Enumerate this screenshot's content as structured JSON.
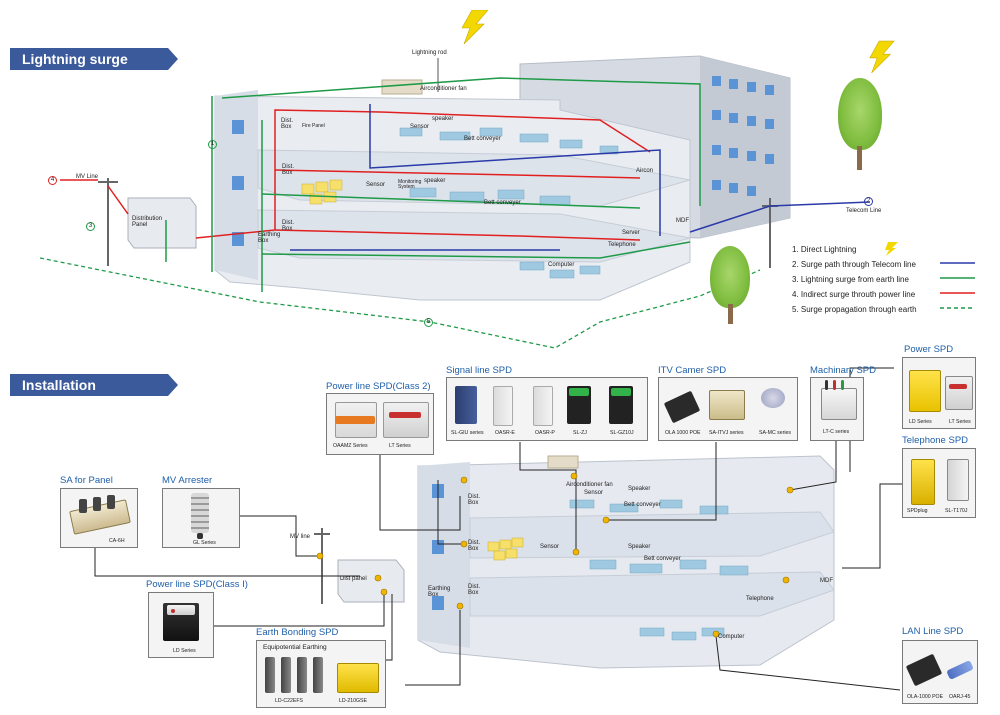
{
  "sections": {
    "top_title": "Lightning surge path",
    "bottom_title": "Installation Examples"
  },
  "top_labels": {
    "lightning_rod": "Lightning rod",
    "aircon_fan": "Airconditioner fan",
    "speaker1": "speaker",
    "sensor1": "Sensor",
    "fire_panel": "Fire Panel",
    "dist_box1": "Dist. Box",
    "belt1": "Bett conveyer",
    "aircon": "Aircon",
    "sensor2": "Sensor",
    "monitoring": "Monitoring System",
    "speaker2": "speaker",
    "dist_box2": "Dist. Box",
    "belt2": "Bett conveyer",
    "server": "Server",
    "mdf": "MDF",
    "earthing_box": "Earthing Box",
    "dist_box3": "Dist. Box",
    "telephone": "Telephone",
    "computer": "Computer",
    "mv_line": "MV Line",
    "distribution_panel": "Distribution Panel",
    "telecom_line": "Telecom Line",
    "n1": "1",
    "n2": "2",
    "n3": "3",
    "n4": "4",
    "n5": "5"
  },
  "legend": [
    {
      "text": "1. Direct Lightning",
      "color": "#e8d200"
    },
    {
      "text": "2. Surge path through Telecom line",
      "color": "#2a3aa8"
    },
    {
      "text": "3. Lightning surge from earth line",
      "color": "#1f9a48"
    },
    {
      "text": "4. Indirect surge throuth power line",
      "color": "#e02020"
    },
    {
      "text": "5. Surge propagation through earth",
      "color": "#1f9a48"
    }
  ],
  "bottom_labels": {
    "aircon_fan": "Airconditioner fan",
    "speaker1": "Speaker",
    "sensor1": "Sensor",
    "dist_box1": "Dist. Box",
    "belt1": "Bett conveyer",
    "dist_box2": "Dist. Box",
    "sensor2": "Sensor",
    "speaker2": "Speaker",
    "belt2": "Bett conveyer",
    "earthing_box": "Earthing Box",
    "dist_box3": "Dist. Box",
    "telephone": "Telephone",
    "mdf": "MDF",
    "computer": "Computer",
    "mv_line": "MV line",
    "dist_panel": "Dist panel"
  },
  "products": {
    "power_class2": {
      "title": "Power line SPD(Class 2)",
      "items": [
        "OAAMZ Series",
        "LT Series"
      ]
    },
    "signal": {
      "title": "Signal line SPD",
      "items": [
        "SL-GIU series",
        "OASR-E",
        "OASR-P",
        "SL-ZJ",
        "SL-GZ10J"
      ]
    },
    "itv": {
      "title": "ITV Camer SPD",
      "items": [
        "OLA 1000 POE",
        "SA-ITVJ series",
        "SA-MC series"
      ]
    },
    "machinery": {
      "title": "Machinary SPD",
      "items": [
        "LT-C series"
      ]
    },
    "power": {
      "title": "Power SPD",
      "items": [
        "LD Series",
        "LT Series"
      ]
    },
    "telephone": {
      "title": "Telephone SPD",
      "items": [
        "SPDplug",
        "SL-T170J"
      ]
    },
    "sa_panel": {
      "title": "SA for Panel",
      "items": [
        "CA-6H"
      ]
    },
    "mv_arrester": {
      "title": "MV Arrester",
      "items": [
        "GL Series"
      ]
    },
    "power_class1": {
      "title": "Power line SPD(Class I)",
      "items": [
        "LD Series"
      ]
    },
    "earth_bonding": {
      "title": "Earth Bonding SPD",
      "subtitle": "Equipotential Earthing",
      "items": [
        "LD-C22EFS",
        "LD-210GSE"
      ]
    },
    "lan": {
      "title": "LAN Line SPD",
      "items": [
        "OLA-1000 POE",
        "OARJ-45"
      ]
    }
  },
  "colors": {
    "header_bg": "#3b5a9b",
    "title_blue": "#1f5fa8",
    "power_red": "#e02020",
    "earth_green": "#1f9a48",
    "telecom_blue": "#2a3aa8",
    "bolt_yellow": "#f2d800",
    "node_yellow": "#f0b400"
  }
}
